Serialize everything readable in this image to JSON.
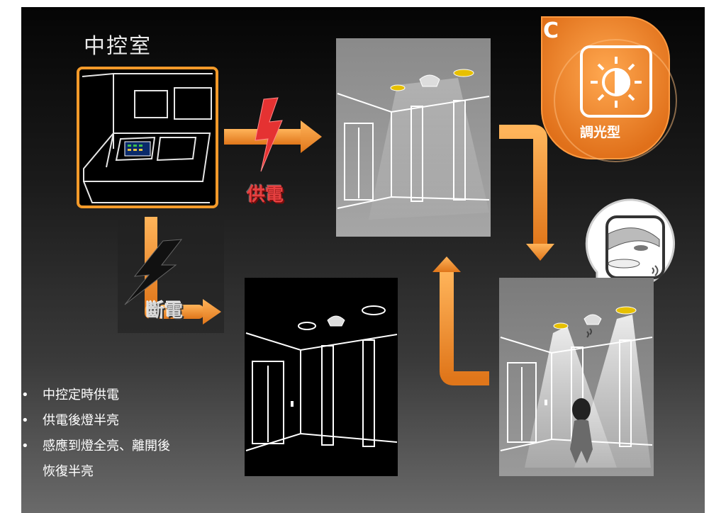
{
  "title": "中控室",
  "label_supply": "供電",
  "label_cut": "斷電",
  "badge": {
    "letter": "C",
    "caption": "調光型"
  },
  "bullets": [
    "中控定時供電",
    "供電後燈半亮",
    "感應到燈全亮、離開後",
    "恢復半亮"
  ],
  "colors": {
    "accent_orange": "#f08a24",
    "bolt_red": "#e03030",
    "lamp_yellow": "#f2c200"
  },
  "icons": [
    "sun-icon",
    "sensor-icon",
    "lightning-icon",
    "person-icon"
  ]
}
